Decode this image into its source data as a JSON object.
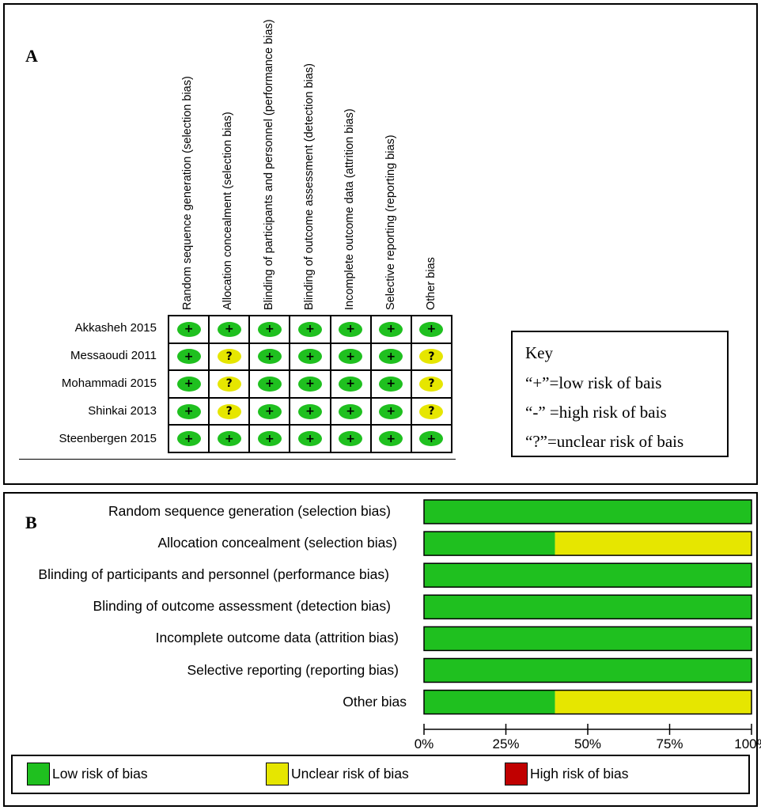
{
  "panel_a": {
    "letter": "A",
    "domains": [
      "Random sequence generation (selection bias)",
      "Allocation concealment (selection bias)",
      "Blinding of participants and personnel (performance bias)",
      "Blinding of outcome assessment (detection bias)",
      "Incomplete outcome data (attrition bias)",
      "Selective reporting (reporting bias)",
      "Other bias"
    ],
    "studies": [
      {
        "name": "Akkasheh 2015",
        "judgements": [
          "+",
          "+",
          "+",
          "+",
          "+",
          "+",
          "+"
        ]
      },
      {
        "name": "Messaoudi 2011",
        "judgements": [
          "+",
          "?",
          "+",
          "+",
          "+",
          "+",
          "?"
        ]
      },
      {
        "name": "Mohammadi 2015",
        "judgements": [
          "+",
          "?",
          "+",
          "+",
          "+",
          "+",
          "?"
        ]
      },
      {
        "name": "Shinkai 2013",
        "judgements": [
          "+",
          "?",
          "+",
          "+",
          "+",
          "+",
          "?"
        ]
      },
      {
        "name": "Steenbergen 2015",
        "judgements": [
          "+",
          "+",
          "+",
          "+",
          "+",
          "+",
          "+"
        ]
      }
    ],
    "key": {
      "title": "Key",
      "lines": [
        "“+”=low risk of bais",
        "“-” =high risk of bais",
        "“?”=unclear risk of bais"
      ]
    }
  },
  "panel_b": {
    "letter": "B",
    "legend": [
      {
        "label": "Low risk of bias",
        "color": "#1fc01f"
      },
      {
        "label": "Unclear risk of bias",
        "color": "#e6e600"
      },
      {
        "label": "High risk of bias",
        "color": "#c00000"
      }
    ]
  },
  "chart_data": {
    "type": "bar",
    "orientation": "horizontal-stacked",
    "categories": [
      "Random sequence generation (selection bias)",
      "Allocation concealment (selection bias)",
      "Blinding of participants and personnel (performance bias)",
      "Blinding of outcome assessment (detection bias)",
      "Incomplete outcome data (attrition bias)",
      "Selective reporting (reporting bias)",
      "Other bias"
    ],
    "series": [
      {
        "name": "Low risk of bias",
        "values": [
          100,
          40,
          100,
          100,
          100,
          100,
          40
        ],
        "color": "#1fc01f"
      },
      {
        "name": "Unclear risk of bias",
        "values": [
          0,
          60,
          0,
          0,
          0,
          0,
          60
        ],
        "color": "#e6e600"
      },
      {
        "name": "High risk of bias",
        "values": [
          0,
          0,
          0,
          0,
          0,
          0,
          0
        ],
        "color": "#c00000"
      }
    ],
    "xlim": [
      0,
      100
    ],
    "xticks": [
      "0%",
      "25%",
      "50%",
      "75%",
      "100%"
    ],
    "legend_position": "bottom",
    "grid": false
  }
}
